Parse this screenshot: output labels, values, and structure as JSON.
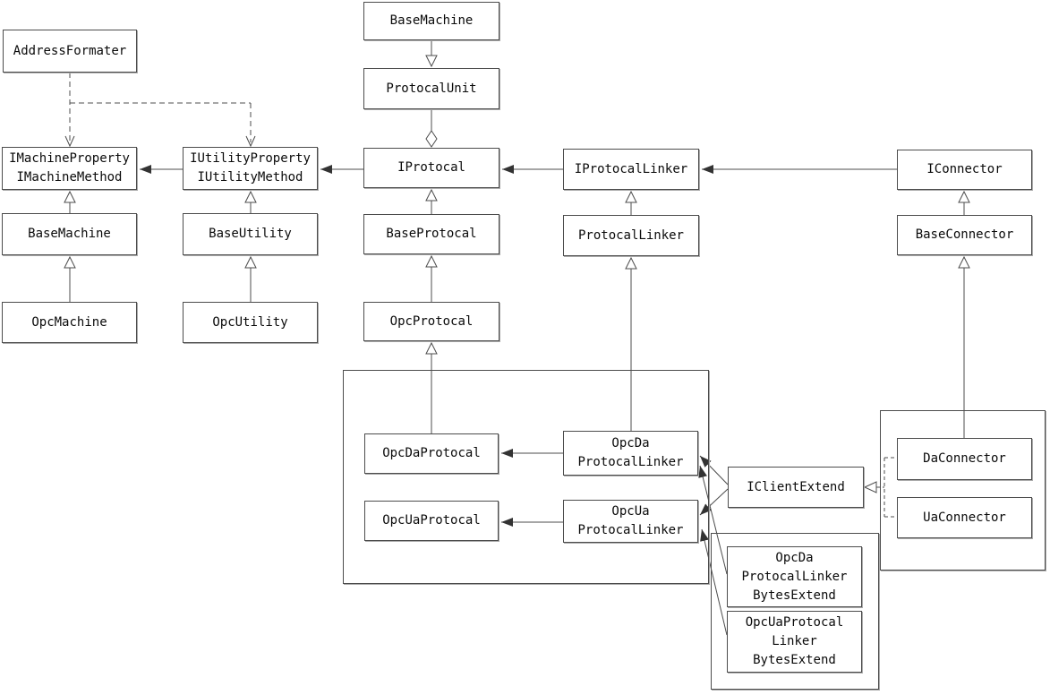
{
  "diagram": {
    "type": "uml-class-diagram",
    "colors": {
      "background": "#ffffff",
      "line": "#4c4c4c",
      "box_border": "#4c4c4c",
      "box_fill": "#ffffff",
      "text": "#0a0a0a",
      "arrow_fill": "#333333"
    },
    "nodes": {
      "addressFormater": {
        "label": "AddressFormater"
      },
      "iMachine": {
        "label": "IMachineProperty\nIMachineMethod"
      },
      "iUtility": {
        "label": "IUtilityProperty\nIUtilityMethod"
      },
      "baseMachineLeft": {
        "label": "BaseMachine"
      },
      "baseUtility": {
        "label": "BaseUtility"
      },
      "opcMachine": {
        "label": "OpcMachine"
      },
      "opcUtility": {
        "label": "OpcUtility"
      },
      "baseMachineTop": {
        "label": "BaseMachine"
      },
      "protocalUnit": {
        "label": "ProtocalUnit"
      },
      "iProtocal": {
        "label": "IProtocal"
      },
      "baseProtocal": {
        "label": "BaseProtocal"
      },
      "opcProtocal": {
        "label": "OpcProtocal"
      },
      "iProtocalLinker": {
        "label": "IProtocalLinker"
      },
      "protocalLinker": {
        "label": "ProtocalLinker"
      },
      "iConnector": {
        "label": "IConnector"
      },
      "baseConnector": {
        "label": "BaseConnector"
      },
      "opcDaProtocal": {
        "label": "OpcDaProtocal"
      },
      "opcUaProtocal": {
        "label": "OpcUaProtocal"
      },
      "opcDaProtocalLinker": {
        "label": "OpcDa\nProtocalLinker"
      },
      "opcUaProtocalLinker": {
        "label": "OpcUa\nProtocalLinker"
      },
      "iClientExtend": {
        "label": "IClientExtend"
      },
      "daConnector": {
        "label": "DaConnector"
      },
      "uaConnector": {
        "label": "UaConnector"
      },
      "opcDaLinkerBytesExtend": {
        "label": "OpcDa\nProtocalLinker\nBytesExtend"
      },
      "opcUaLinkerBytesExtend": {
        "label": "OpcUaProtocal\nLinker\nBytesExtend"
      }
    },
    "edges": [
      {
        "from": "BaseMachine (top)",
        "to": "ProtocalUnit",
        "type": "generalization"
      },
      {
        "from": "ProtocalUnit",
        "to": "IProtocal",
        "type": "aggregation"
      },
      {
        "from": "IProtocal",
        "to": "IUtilityProperty IUtilityMethod",
        "type": "association"
      },
      {
        "from": "IUtilityProperty IUtilityMethod",
        "to": "IMachineProperty IMachineMethod",
        "type": "association"
      },
      {
        "from": "IProtocalLinker",
        "to": "IProtocal",
        "type": "association"
      },
      {
        "from": "IConnector",
        "to": "IProtocalLinker",
        "type": "association"
      },
      {
        "from": "AddressFormater",
        "to": "IMachineProperty IMachineMethod",
        "type": "dependency"
      },
      {
        "from": "AddressFormater",
        "to": "IUtilityProperty IUtilityMethod",
        "type": "dependency"
      },
      {
        "from": "BaseMachine",
        "to": "IMachineProperty IMachineMethod",
        "type": "generalization"
      },
      {
        "from": "OpcMachine",
        "to": "BaseMachine",
        "type": "generalization"
      },
      {
        "from": "BaseUtility",
        "to": "IUtilityProperty IUtilityMethod",
        "type": "generalization"
      },
      {
        "from": "OpcUtility",
        "to": "BaseUtility",
        "type": "generalization"
      },
      {
        "from": "BaseProtocal",
        "to": "IProtocal",
        "type": "generalization"
      },
      {
        "from": "OpcProtocal",
        "to": "BaseProtocal",
        "type": "generalization"
      },
      {
        "from": "OpcDaProtocal",
        "to": "OpcProtocal",
        "type": "generalization"
      },
      {
        "from": "ProtocalLinker",
        "to": "IProtocalLinker",
        "type": "generalization"
      },
      {
        "from": "OpcDa ProtocalLinker",
        "to": "ProtocalLinker",
        "type": "generalization"
      },
      {
        "from": "BaseConnector",
        "to": "IConnector",
        "type": "generalization"
      },
      {
        "from": "DaConnector",
        "to": "BaseConnector",
        "type": "generalization"
      },
      {
        "from": "OpcDa ProtocalLinker",
        "to": "OpcDaProtocal",
        "type": "association"
      },
      {
        "from": "OpcUa ProtocalLinker",
        "to": "OpcUaProtocal",
        "type": "association"
      },
      {
        "from": "IClientExtend",
        "to": "OpcDa ProtocalLinker",
        "type": "association"
      },
      {
        "from": "IClientExtend",
        "to": "OpcUa ProtocalLinker",
        "type": "association"
      },
      {
        "from": "OpcDa ProtocalLinker BytesExtend",
        "to": "OpcDa ProtocalLinker",
        "type": "association"
      },
      {
        "from": "OpcUaProtocal Linker BytesExtend",
        "to": "OpcUa ProtocalLinker",
        "type": "association"
      },
      {
        "from": "DaConnector",
        "to": "IClientExtend",
        "type": "realization"
      },
      {
        "from": "UaConnector",
        "to": "IClientExtend",
        "type": "realization"
      }
    ]
  }
}
